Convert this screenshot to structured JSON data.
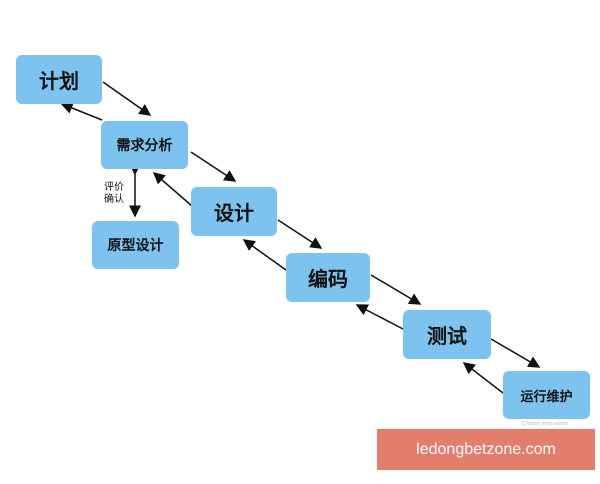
{
  "diagram": {
    "nodes": {
      "plan": "计划",
      "requirements": "需求分析",
      "design": "设计",
      "prototype": "原型设计",
      "coding": "编码",
      "testing": "测试",
      "operations": "运行维护"
    },
    "side_label_line1": "评价",
    "side_label_line2": "确认",
    "watermark_text": "Charon Innovation"
  },
  "footer": {
    "site": "ledongbetzone.com"
  },
  "colors": {
    "node_fill": "#7cc3ef",
    "banner_fill": "#e47e6c",
    "arrow": "#111111"
  }
}
